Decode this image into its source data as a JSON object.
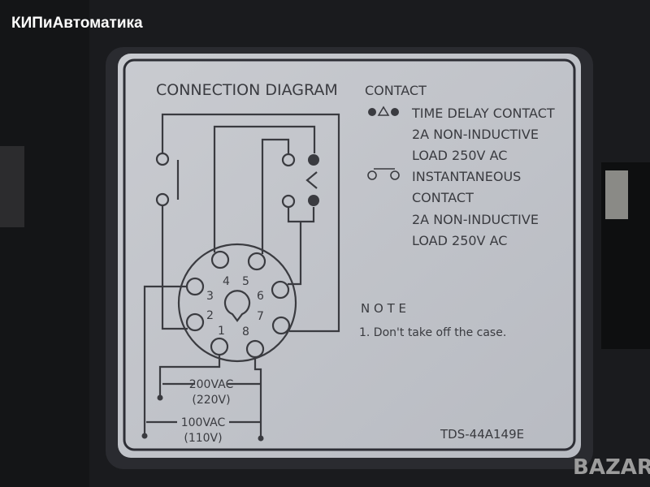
{
  "watermark": {
    "site": "КИПиАвтоматика",
    "logo": "BAZAR"
  },
  "label": {
    "title": "CONNECTION DIAGRAM",
    "contact_heading": "CONTACT",
    "time_delay": [
      "TIME DELAY CONTACT",
      "2A  NON-INDUCTIVE",
      "LOAD 250V AC"
    ],
    "instantaneous": [
      "INSTANTANEOUS",
      "CONTACT",
      "2A  NON-INDUCTIVE",
      "LOAD 250V AC"
    ],
    "note_heading": "N O T E",
    "note": "1. Don't take off the case.",
    "model": "TDS-44A149E",
    "pins": [
      "1",
      "2",
      "3",
      "4",
      "5",
      "6",
      "7",
      "8"
    ],
    "supply_200": "200VAC",
    "supply_220": "(220V)",
    "supply_100": "100VAC",
    "supply_110": "(110V)"
  }
}
